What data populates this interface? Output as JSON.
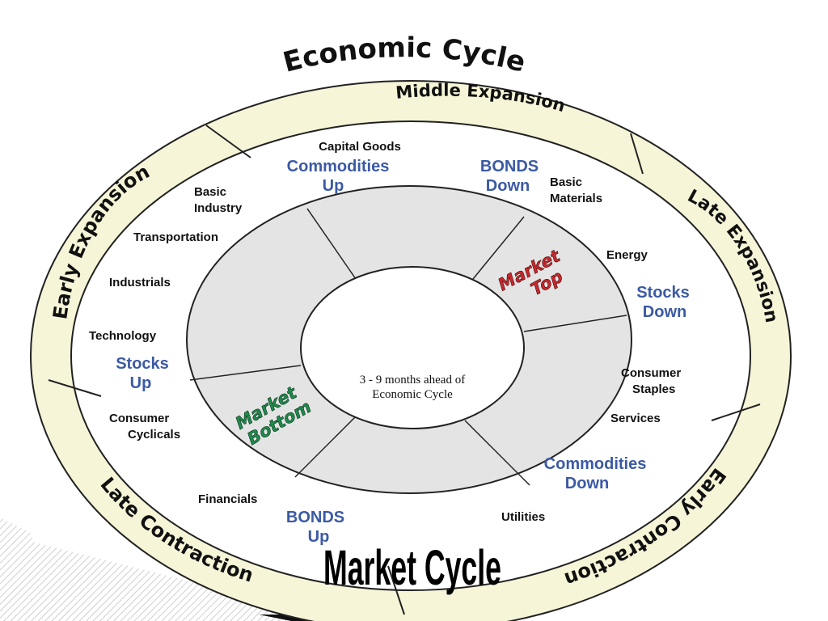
{
  "diagram": {
    "title": "Economic Cycle",
    "phases": {
      "middle_expansion": "Middle Expansion",
      "late_expansion": "Late Expansion",
      "early_contraction": "Early Contraction",
      "late_contraction": "Late Contraction",
      "early_expansion": "Early Expansion"
    },
    "sectors": {
      "capital_goods": "Capital Goods",
      "basic_industry_1": "Basic",
      "basic_industry_2": "Industry",
      "basic_materials_1": "Basic",
      "basic_materials_2": "Materials",
      "transportation": "Transportation",
      "energy": "Energy",
      "industrials": "Industrials",
      "technology": "Technology",
      "consumer_staples_1": "Consumer",
      "consumer_staples_2": "Staples",
      "services": "Services",
      "consumer_cyclicals_1": "Consumer",
      "consumer_cyclicals_2": "Cyclicals",
      "financials": "Financials",
      "utilities": "Utilities"
    },
    "signals": {
      "commodities_up_1": "Commodities",
      "commodities_up_2": "Up",
      "bonds_down_1": "BONDS",
      "bonds_down_2": "Down",
      "stocks_down_1": "Stocks",
      "stocks_down_2": "Down",
      "stocks_up_1": "Stocks",
      "stocks_up_2": "Up",
      "commodities_down_1": "Commodities",
      "commodities_down_2": "Down",
      "bonds_up_1": "BONDS",
      "bonds_up_2": "Up"
    },
    "center": {
      "title": "Market Cycle",
      "subtitle_1": "3 - 9 months ahead of",
      "subtitle_2": "Economic Cycle"
    },
    "markers": {
      "market_top_1": "Market",
      "market_top_2": "Top",
      "market_bottom_1": "Market",
      "market_bottom_2": "Bottom"
    },
    "colors": {
      "ring_fill": "#f7f5d8",
      "inner_ring_fill": "#e4e4e4",
      "signal_blue": "#3b5aa5",
      "top_red": "#c8282d",
      "bottom_green": "#1f8a4c"
    }
  }
}
